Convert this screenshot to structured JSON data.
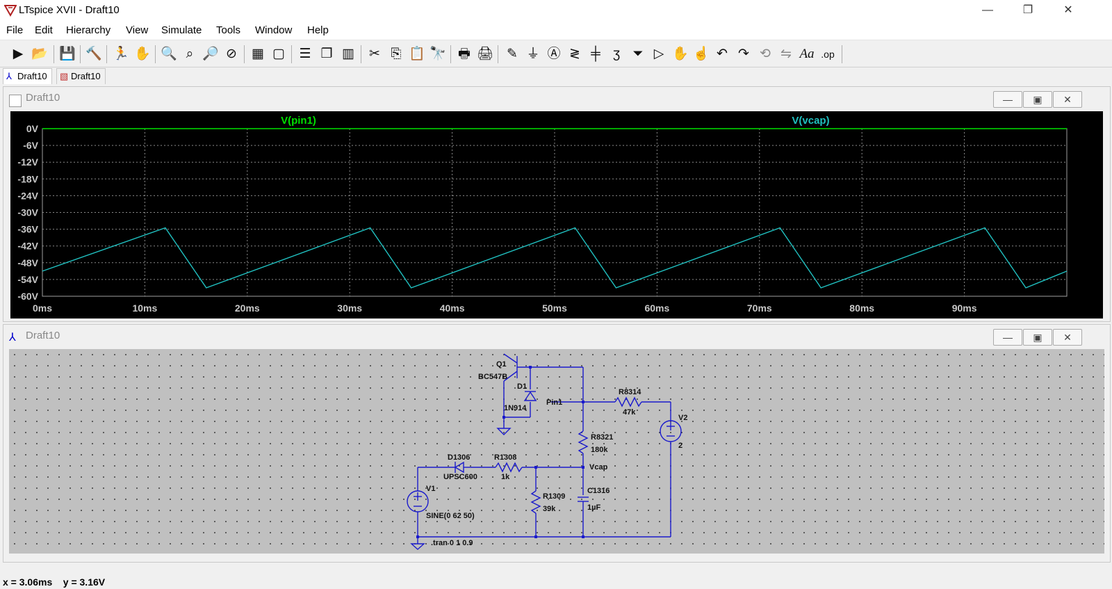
{
  "window": {
    "title": "LTspice XVII - Draft10",
    "minimize": "—",
    "restore": "❐",
    "close": "✕"
  },
  "menu": [
    "File",
    "Edit",
    "Hierarchy",
    "View",
    "Simulate",
    "Tools",
    "Window",
    "Help"
  ],
  "toolbar_icons": [
    "new-schematic",
    "open",
    "save",
    "control-panel",
    "run",
    "halt",
    "zoom-in",
    "zoom-fit",
    "zoom-out",
    "zoom-cancel",
    "autorange-plot",
    "plot-settings",
    "tile-horizontal",
    "cascade",
    "tile-vertical",
    "cut",
    "copy",
    "paste",
    "find",
    "print-preview",
    "print",
    "wire",
    "ground",
    "label-net",
    "resistor",
    "capacitor",
    "inductor",
    "diode",
    "component",
    "move",
    "drag",
    "undo",
    "redo",
    "rotate",
    "mirror",
    "text",
    "spice-directive"
  ],
  "tabs": [
    {
      "label": "Draft10",
      "icon": "schematic-icon"
    },
    {
      "label": "Draft10",
      "icon": "waveform-icon"
    }
  ],
  "waveform": {
    "title": "Draft10",
    "traces": [
      {
        "name": "V(pin1)",
        "color": "#00e000"
      },
      {
        "name": "V(vcap)",
        "color": "#20c0c0"
      }
    ],
    "y_ticks": [
      "0V",
      "-6V",
      "-12V",
      "-18V",
      "-24V",
      "-30V",
      "-36V",
      "-42V",
      "-48V",
      "-54V",
      "-60V"
    ],
    "x_ticks": [
      "0ms",
      "10ms",
      "20ms",
      "30ms",
      "40ms",
      "50ms",
      "60ms",
      "70ms",
      "80ms",
      "90ms"
    ]
  },
  "chart_data": {
    "type": "line",
    "x_unit": "ms",
    "xlim": [
      0,
      100
    ],
    "ylim": [
      -60,
      0
    ],
    "x_ticks": [
      0,
      10,
      20,
      30,
      40,
      50,
      60,
      70,
      80,
      90
    ],
    "y_ticks": [
      0,
      -6,
      -12,
      -18,
      -24,
      -30,
      -36,
      -42,
      -48,
      -54,
      -60
    ],
    "grid": true,
    "legend_position": "top",
    "series": [
      {
        "name": "V(pin1)",
        "color": "#00e000",
        "x": [
          0,
          100
        ],
        "y": [
          0,
          0
        ]
      },
      {
        "name": "V(vcap)",
        "color": "#20c0c0",
        "x": [
          0,
          12,
          16,
          32,
          36,
          52,
          56,
          72,
          76,
          92,
          96,
          100
        ],
        "y": [
          -51,
          -35.5,
          -57,
          -35.5,
          -57,
          -35.5,
          -57,
          -35.5,
          -57,
          -35.5,
          -57,
          -51
        ]
      }
    ]
  },
  "schematic": {
    "title": "Draft10",
    "labels": {
      "q1": "Q1",
      "q1_model": "BC547B",
      "d1": "D1",
      "d1_model": "1N914",
      "pin1": "Pin1",
      "r8314": "R8314",
      "r8314_val": "47k",
      "v2": "V2",
      "v2_val": "2",
      "r8321": "R8321",
      "r8321_val": "180k",
      "d1306": "D1306",
      "d1306_model": "UPSC600",
      "r1308": "R1308",
      "r1308_val": "1k",
      "vcap": "Vcap",
      "v1": "V1",
      "v1_val": "SINE(0 62 50)",
      "r1309": "R1309",
      "r1309_val": "39k",
      "c1316": "C1316",
      "c1316_val": "1µF",
      "tran": ".tran 0 1 0.9"
    }
  },
  "status": "x = 3.06ms    y = 3.16V"
}
